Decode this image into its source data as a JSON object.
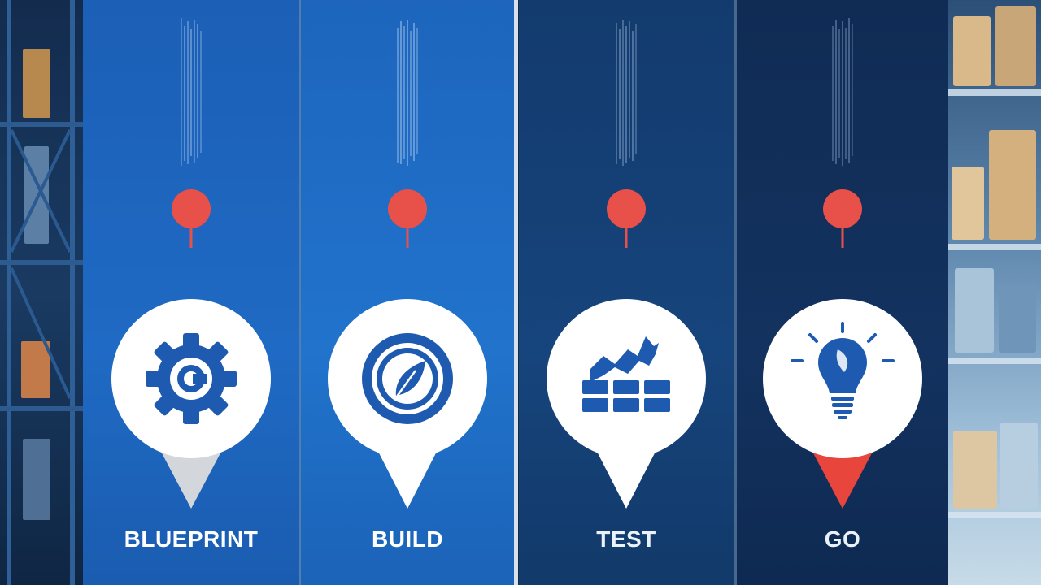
{
  "stages": [
    {
      "label": "BLUEPRINT",
      "icon": "gear-icon"
    },
    {
      "label": "BUILD",
      "icon": "leaf-circle-icon"
    },
    {
      "label": "TEST",
      "icon": "chart-blocks-icon"
    },
    {
      "label": "GO",
      "icon": "lightbulb-icon"
    }
  ],
  "colors": {
    "accent_red": "#e8504a",
    "icon_blue": "#1e5bb0",
    "pin_white": "#ffffff",
    "pin_tip_grey": "#d3d7dc",
    "pin_tip_red": "#e8453c"
  }
}
